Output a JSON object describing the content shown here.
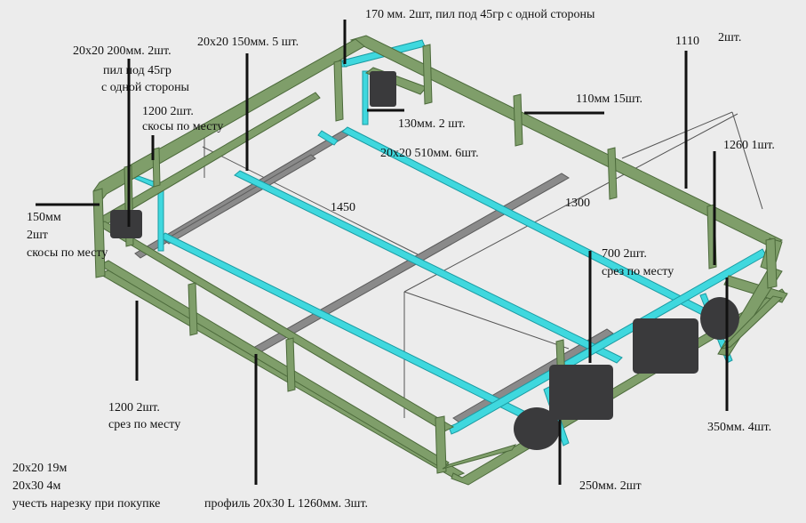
{
  "colors": {
    "background": "#ececec",
    "frame": "#7f9e6a",
    "frame_outline": "#4c6a3b",
    "crossbar": "#3fd8de",
    "crossbar_outline": "#1b9aa2",
    "profile": "#8a8a8a",
    "profile_outline": "#5c5c5c",
    "fixture": "#3a3a3c",
    "leader": "#111111",
    "dim_line": "#555555"
  },
  "labels": {
    "top_170": "170 мм. 2шт, пил под 45гр с одной стороны",
    "l20x20_150": "20x20 150мм. 5 шт.",
    "l20x20_200": "20x20 200мм. 2шт.",
    "saw_45": "пил под 45гр",
    "one_side": "с одной стороны",
    "l1200_bevels_a": "1200 2шт.",
    "l1200_bevels_b": "скосы по месту",
    "dim_1110": "1110",
    "qty_2": "2шт.",
    "l110": "110мм 15шт.",
    "l130": "130мм. 2 шт.",
    "l510": "20x20 510мм. 6шт.",
    "l1260": "1260 1шт.",
    "dim_1450": "1450",
    "dim_1300": "1300",
    "l150_a": "150мм",
    "l150_b": "2шт",
    "l150_c": "скосы по месту",
    "l700_a": "700 2шт.",
    "l700_b": "срез по месту",
    "l1200_cut_a": "1200 2шт.",
    "l1200_cut_b": "срез по месту",
    "l350": "350мм. 4шт.",
    "l250": "250мм. 2шт",
    "profile": "профиль 20x30 L 1260мм. 3шт.",
    "total_1": "20x20 19м",
    "total_2": "20x30 4м",
    "total_3": "учесть нарезку при покупке"
  }
}
